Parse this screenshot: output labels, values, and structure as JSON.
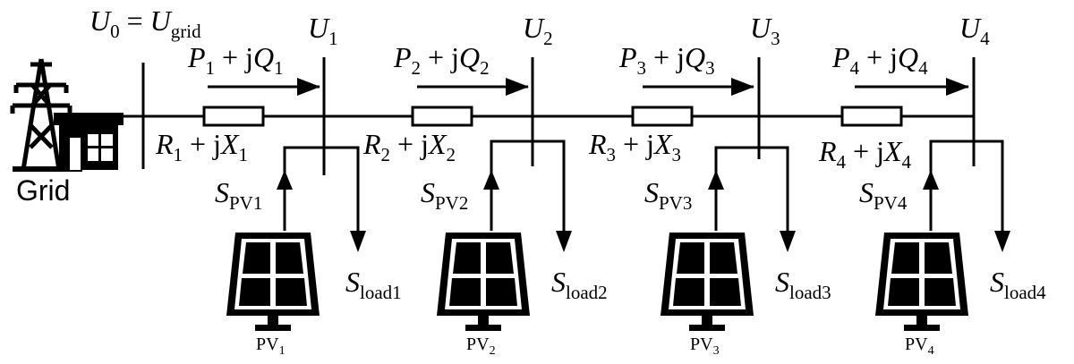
{
  "grid": {
    "label": "Grid",
    "voltage": {
      "main": "U",
      "sub0": "0",
      "eq": " = ",
      "main2": "U",
      "sub2": "grid"
    }
  },
  "buses": [
    {
      "main": "U",
      "sub": "1"
    },
    {
      "main": "U",
      "sub": "2"
    },
    {
      "main": "U",
      "sub": "3"
    },
    {
      "main": "U",
      "sub": "4"
    }
  ],
  "flows": [
    {
      "p": "P",
      "ps": "1",
      "mid": " + j",
      "q": "Q",
      "qs": "1"
    },
    {
      "p": "P",
      "ps": "2",
      "mid": " + j",
      "q": "Q",
      "qs": "2"
    },
    {
      "p": "P",
      "ps": "3",
      "mid": " + j",
      "q": "Q",
      "qs": "3"
    },
    {
      "p": "P",
      "ps": "4",
      "mid": " + j",
      "q": "Q",
      "qs": "4"
    }
  ],
  "impedances": [
    {
      "r": "R",
      "rs": "1",
      "mid": " + j",
      "x": "X",
      "xs": "1"
    },
    {
      "r": "R",
      "rs": "2",
      "mid": " + j",
      "x": "X",
      "xs": "2"
    },
    {
      "r": "R",
      "rs": "3",
      "mid": " + j",
      "x": "X",
      "xs": "3"
    },
    {
      "r": "R",
      "rs": "4",
      "mid": " + j",
      "x": "X",
      "xs": "4"
    }
  ],
  "pv_powers": [
    {
      "main": "S",
      "sub": "PV1"
    },
    {
      "main": "S",
      "sub": "PV2"
    },
    {
      "main": "S",
      "sub": "PV3"
    },
    {
      "main": "S",
      "sub": "PV4"
    }
  ],
  "loads": [
    {
      "main": "S",
      "sub": "load1"
    },
    {
      "main": "S",
      "sub": "load2"
    },
    {
      "main": "S",
      "sub": "load3"
    },
    {
      "main": "S",
      "sub": "load4"
    }
  ],
  "pv_panels": [
    {
      "main": "PV",
      "sub": "1"
    },
    {
      "main": "PV",
      "sub": "2"
    },
    {
      "main": "PV",
      "sub": "3"
    },
    {
      "main": "PV",
      "sub": "4"
    }
  ],
  "icons": {
    "grid": "transmission-tower-and-substation-icon",
    "pv": "solar-panel-icon"
  },
  "colors": {
    "ink": "#000000",
    "background": "#ffffff"
  }
}
